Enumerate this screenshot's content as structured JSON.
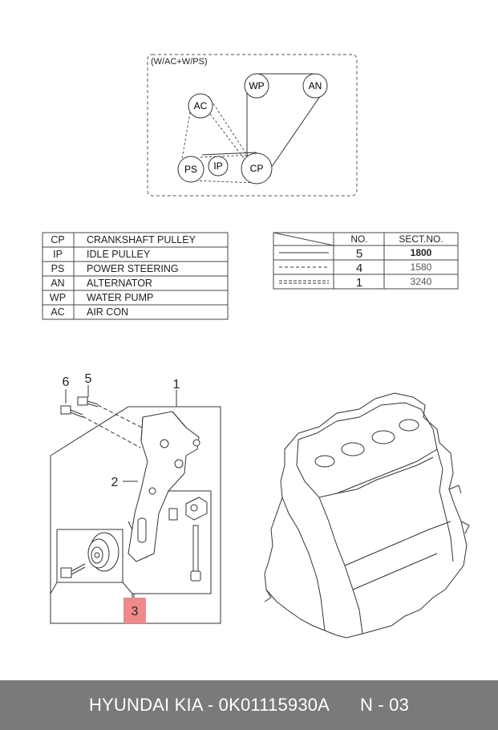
{
  "belt_diagram": {
    "label": "(W/AC+W/PS)",
    "pulleys": {
      "wp": "WP",
      "an": "AN",
      "ac": "AC",
      "ps": "PS",
      "ip": "IP",
      "cp": "CP"
    }
  },
  "legend": [
    {
      "code": "CP",
      "name": "CRANKSHAFT PULLEY"
    },
    {
      "code": "IP",
      "name": "IDLE PULLEY"
    },
    {
      "code": "PS",
      "name": "POWER STEERING"
    },
    {
      "code": "AN",
      "name": "ALTERNATOR"
    },
    {
      "code": "WP",
      "name": "WATER PUMP"
    },
    {
      "code": "AC",
      "name": "AIR CON"
    }
  ],
  "belt_table": {
    "headers": {
      "no": "NO.",
      "sect": "SECT.NO."
    },
    "rows": [
      {
        "no": "5",
        "sect": "1800"
      },
      {
        "no": "4",
        "sect": "1580"
      },
      {
        "no": "1",
        "sect": "3240"
      }
    ]
  },
  "callouts": {
    "c1": "1",
    "c2": "2",
    "c3": "3",
    "c5": "5",
    "c6": "6"
  },
  "colors": {
    "highlight": "#f08a8a",
    "footer_bg": "#7a7a7a"
  },
  "footer": {
    "brand": "HYUNDAI KIA - 0K01115930A",
    "page": "N - 03"
  }
}
